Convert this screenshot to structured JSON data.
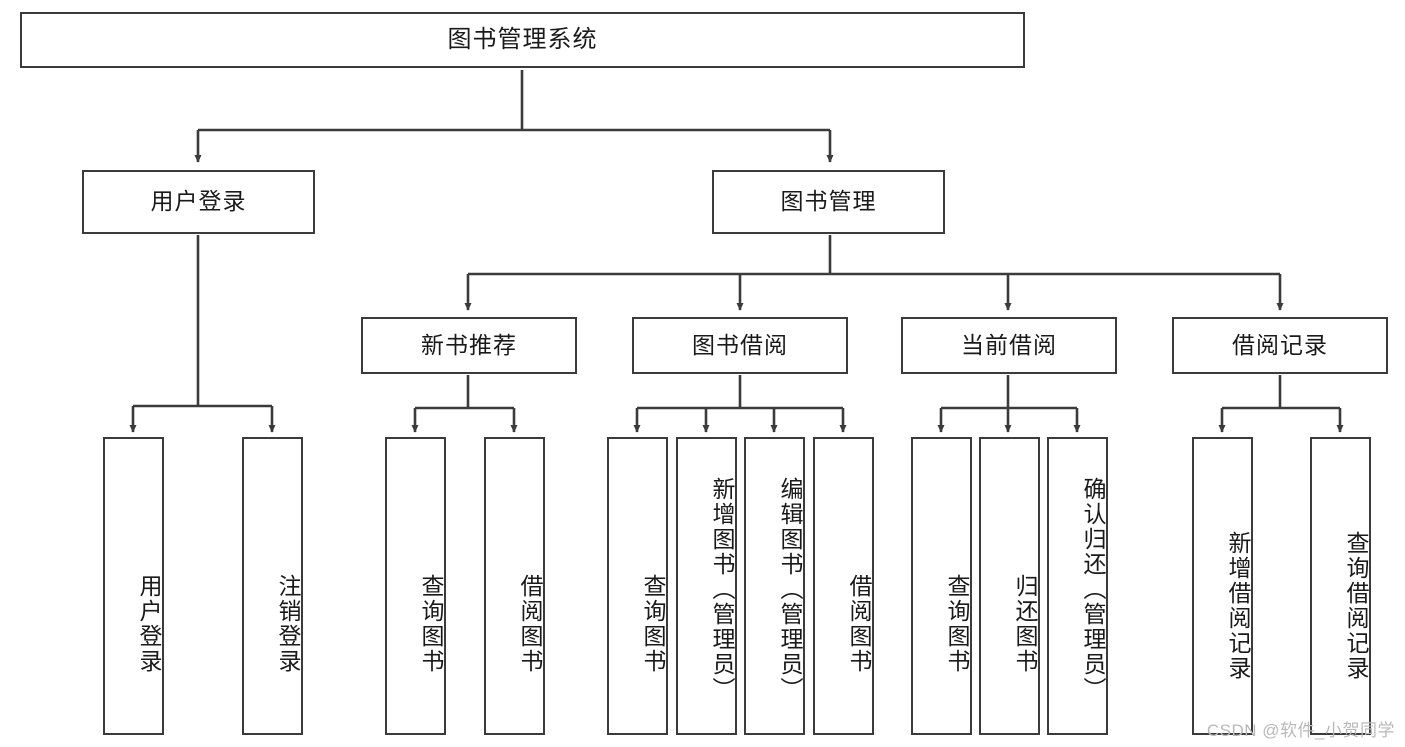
{
  "diagram": {
    "title_node": {
      "label": "图书管理系统"
    },
    "level1": [
      {
        "id": "user-login",
        "label": "用户登录"
      },
      {
        "id": "book-manage",
        "label": "图书管理"
      }
    ],
    "level2": [
      {
        "id": "new-book-recommend",
        "label": "新书推荐"
      },
      {
        "id": "book-borrow",
        "label": "图书借阅"
      },
      {
        "id": "current-borrow",
        "label": "当前借阅"
      },
      {
        "id": "borrow-record",
        "label": "借阅记录"
      }
    ],
    "leaves": [
      {
        "id": "leaf-user-login",
        "label": "用户登录",
        "parent": "user-login"
      },
      {
        "id": "leaf-user-logout",
        "label": "注销登录",
        "parent": "user-login"
      },
      {
        "id": "leaf-query-book-1",
        "label": "查询图书",
        "parent": "new-book-recommend"
      },
      {
        "id": "leaf-borrow-book-1",
        "label": "借阅图书",
        "parent": "new-book-recommend"
      },
      {
        "id": "leaf-query-book-2",
        "label": "查询图书",
        "parent": "book-borrow"
      },
      {
        "id": "leaf-add-book",
        "label": "新增图书（管理员）",
        "parent": "book-borrow"
      },
      {
        "id": "leaf-edit-book",
        "label": "编辑图书（管理员）",
        "parent": "book-borrow"
      },
      {
        "id": "leaf-borrow-book-2",
        "label": "借阅图书",
        "parent": "book-borrow"
      },
      {
        "id": "leaf-query-book-3",
        "label": "查询图书",
        "parent": "current-borrow"
      },
      {
        "id": "leaf-return-book",
        "label": "归还图书",
        "parent": "current-borrow"
      },
      {
        "id": "leaf-confirm-return",
        "label": "确认归还（管理员）",
        "parent": "current-borrow"
      },
      {
        "id": "leaf-add-record",
        "label": "新增借阅记录",
        "parent": "borrow-record"
      },
      {
        "id": "leaf-query-record",
        "label": "查询借阅记录",
        "parent": "borrow-record"
      }
    ]
  },
  "watermark": {
    "text": "CSDN @软件_小贺同学"
  },
  "colors": {
    "border": "#3b3b3b",
    "text": "#1a1a1a",
    "background": "#ffffff",
    "watermark": "#b9b9b9"
  }
}
